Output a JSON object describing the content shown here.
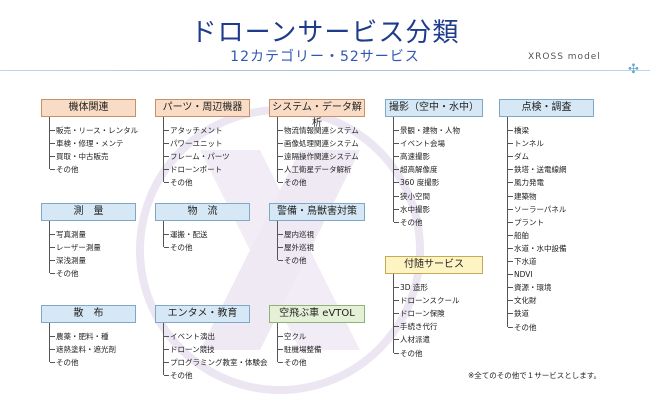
{
  "header": {
    "title": "ドローンサービス分類",
    "subtitle": "12カテゴリー・52サービス",
    "brand": "XROSS model"
  },
  "note": "※全てのその他で１サービスとします。",
  "colors": {
    "title": "#1f3c8c",
    "orange": "#f9dcc6",
    "blue": "#d6e8f5",
    "green": "#e4f1d6",
    "yellow": "#fdf3c3"
  },
  "icons": {
    "drone": "drone-icon",
    "watermark": "x-logo-watermark"
  },
  "categories": [
    {
      "label": "機体関連",
      "items": [
        "販売・リース・レンタル",
        "車検・修理・メンテ",
        "買取・中古販売",
        "その他"
      ]
    },
    {
      "label": "パーツ・周辺機器",
      "items": [
        "アタッチメント",
        "パワーユニット",
        "フレーム・パーツ",
        "ドローンポート",
        "その他"
      ]
    },
    {
      "label": "システム・データ解析",
      "items": [
        "物流情報関連システム",
        "画像処理関連システム",
        "遠隔操作関連システム",
        "人工衛星データ解析",
        "その他"
      ]
    },
    {
      "label": "撮影（空中・水中）",
      "items": [
        "景観・建物・人物",
        "イベント会場",
        "高速撮影",
        "超高解像度",
        "360 度撮影",
        "狭小空間",
        "水中撮影",
        "その他"
      ]
    },
    {
      "label": "点検・調査",
      "items": [
        "橋梁",
        "トンネル",
        "ダム",
        "鉄塔・送電線網",
        "風力発電",
        "建築物",
        "ソーラーパネル",
        "プラント",
        "船舶",
        "水道・水中設備",
        "下水道",
        "NDVI",
        "資源・環境",
        "文化財",
        "鉄道",
        "その他"
      ]
    },
    {
      "label": "測　量",
      "items": [
        "写真測量",
        "レーザー測量",
        "深浅測量",
        "その他"
      ]
    },
    {
      "label": "物　流",
      "items": [
        "運搬・配送",
        "その他"
      ]
    },
    {
      "label": "警備・鳥獣害対策",
      "items": [
        "屋内巡視",
        "屋外巡視",
        "その他"
      ]
    },
    {
      "label": "付随サービス",
      "items": [
        "3D 造形",
        "ドローンスクール",
        "ドローン保険",
        "手続き代行",
        "人材派遣",
        "その他"
      ]
    },
    {
      "label": "散　布",
      "items": [
        "農薬・肥料・種",
        "遮熱塗料・遮光剤",
        "その他"
      ]
    },
    {
      "label": "エンタメ・教育",
      "items": [
        "イベント演出",
        "ドローン競技",
        "プログラミング教室・体験会",
        "その他"
      ]
    },
    {
      "label": "空飛ぶ車 eVTOL",
      "items": [
        "空クル",
        "駐機場整備",
        "その他"
      ]
    }
  ]
}
